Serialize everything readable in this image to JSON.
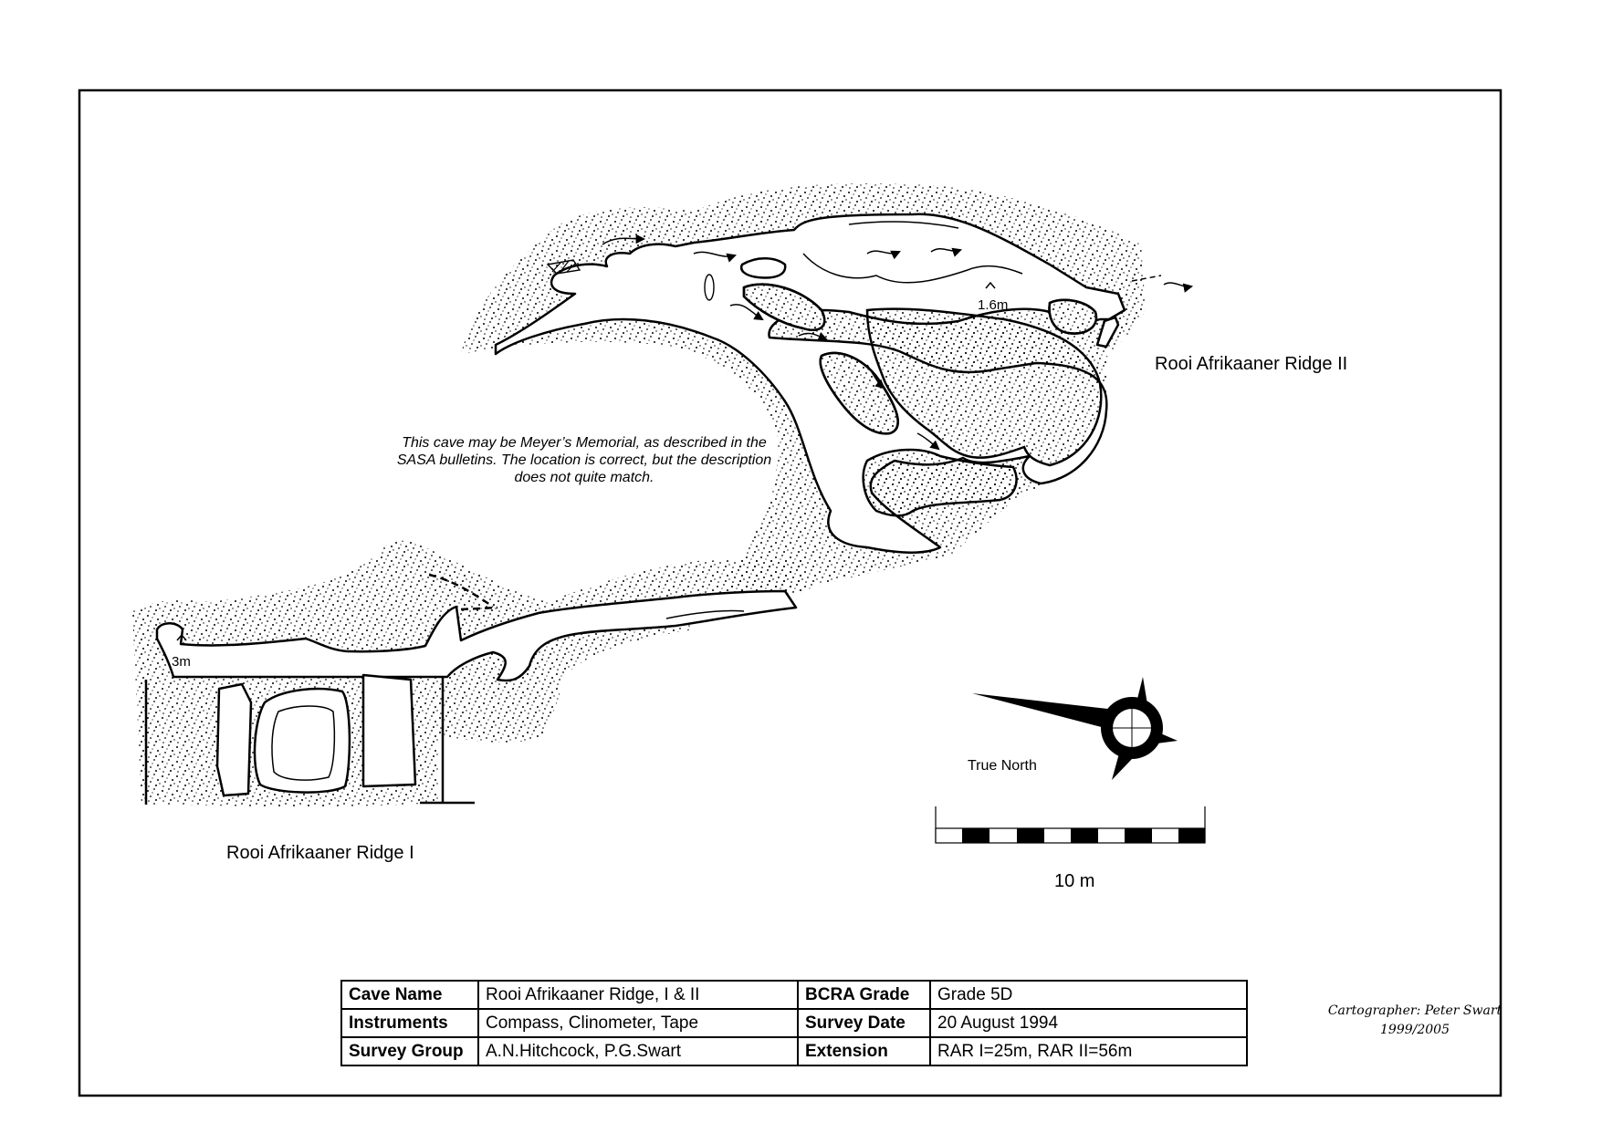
{
  "labels": {
    "ridge_2": "Rooi Afrikaaner Ridge II",
    "ridge_1": "Rooi Afrikaaner Ridge I",
    "note": "This cave may be Meyer’s Memorial, as described in the SASA bulletins.  The location is correct, but the description does not quite match.",
    "true_north": "True North",
    "scale": "10 m",
    "height_1": "1.6m",
    "height_2": "3m"
  },
  "survey": {
    "cave_name_label": "Cave Name",
    "cave_name": "Rooi Afrikaaner Ridge, I & II",
    "bcra_label": "BCRA Grade",
    "bcra": "Grade 5D",
    "instruments_label": "Instruments",
    "instruments": "Compass, Clinometer, Tape",
    "date_label": "Survey Date",
    "date": "20 August 1994",
    "group_label": "Survey Group",
    "group": "A.N.Hitchcock, P.G.Swart",
    "extension_label": "Extension",
    "extension": "RAR I=25m, RAR II=56m"
  },
  "credit": {
    "cartographer": "Cartographer: Peter Swart",
    "years": "1999/2005"
  },
  "colors": {
    "ink": "#000000",
    "paper": "#ffffff"
  }
}
